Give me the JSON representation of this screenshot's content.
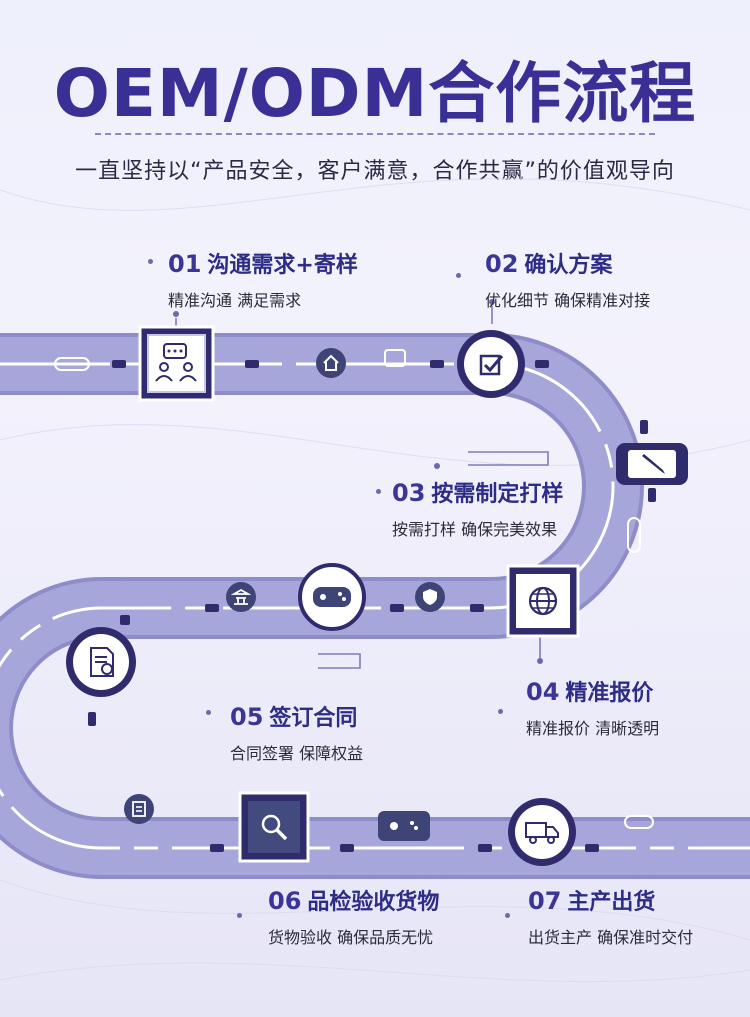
{
  "header": {
    "title": "OEM/ODM合作流程",
    "subtitle": "一直坚持以“产品安全，客户满意，合作共赢”的价值观导向"
  },
  "steps": [
    {
      "num": "01",
      "title": "沟通需求+寄样",
      "desc": "精准沟通 满足需求",
      "icon": "chat-meeting-icon"
    },
    {
      "num": "02",
      "title": "确认方案",
      "desc": "优化细节 确保精准对接",
      "icon": "checkbox-icon"
    },
    {
      "num": "03",
      "title": "按需制定打样",
      "desc": "按需打样 确保完美效果",
      "icon": "pen-icon"
    },
    {
      "num": "04",
      "title": "精准报价",
      "desc": "精准报价 清晰透明",
      "icon": "globe-icon"
    },
    {
      "num": "05",
      "title": "签订合同",
      "desc": "合同签署 保障权益",
      "icon": "contract-icon"
    },
    {
      "num": "06",
      "title": "品检验收货物",
      "desc": "货物验收 确保品质无忧",
      "icon": "magnifier-icon"
    },
    {
      "num": "07",
      "title": "主产出货",
      "desc": "出货主产 确保准时交付",
      "icon": "truck-icon"
    }
  ],
  "colors": {
    "road": "#a4a3d9",
    "road_edge": "#8e8cc9",
    "node_dark": "#2f2b6d",
    "accent": "#3a2f95"
  }
}
